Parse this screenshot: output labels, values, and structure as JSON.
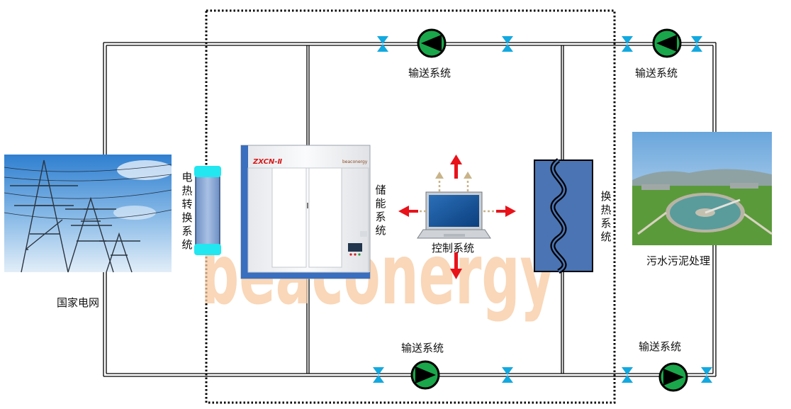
{
  "labels": {
    "grid": "国家电网",
    "heat_conversion": "电热转换系统",
    "storage": "储能系统",
    "control": "控制系统",
    "heat_exchange": "换热系统",
    "sewage": "污水污泥处理",
    "conveying_top_mid": "输送系统",
    "conveying_top_right": "输送系统",
    "conveying_bottom_mid": "输送系统",
    "conveying_bottom_right": "输送系统"
  },
  "cabinet": {
    "model": "ZXCN-Ⅱ",
    "brand": "beaconergy"
  },
  "watermark": {
    "text": "beaconergy",
    "registered": "®"
  },
  "colors": {
    "pump_green": "#1aa64a",
    "valve_cyan": "#12a9e0",
    "arrow_red": "#e8121a",
    "heat_exchanger_blue": "#4a74b4",
    "watermark_orange": "#f7c9a0"
  },
  "icons": {
    "pump": "circulation-pump-icon",
    "valve": "valve-icon",
    "laptop": "laptop-icon"
  }
}
